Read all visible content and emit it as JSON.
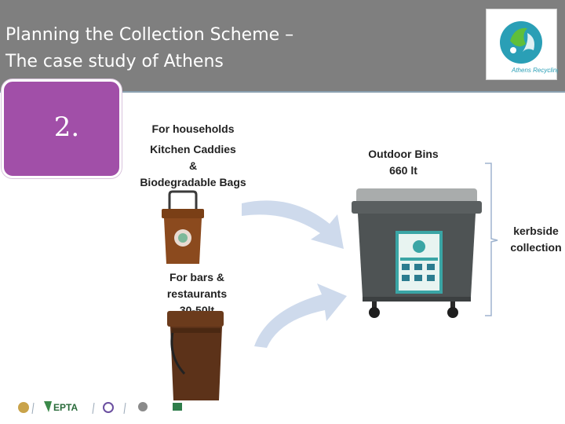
{
  "slide": {
    "title_line1": "Planning the Collection Scheme –",
    "title_line2": "The case study of Athens",
    "section_number": "2."
  },
  "logo": {
    "text": "Athens Recycling",
    "colors": {
      "teal": "#2a9fb6",
      "green": "#5fbf3a"
    }
  },
  "labels": {
    "households_heading": "For households",
    "households_item1": "Kitchen Caddies",
    "households_amp": "&",
    "households_item2": "Biodegradable Bags",
    "bars_line1": "For bars & restaurants",
    "bars_line2": "30-50lt",
    "outdoor_line1": "Outdoor Bins",
    "outdoor_line2": "660 lt",
    "kerbside_line1": "kerbside",
    "kerbside_line2": "collection"
  },
  "footer": {
    "logo_epta": "EPTA"
  },
  "colors": {
    "header_bg": "#7f7f7f",
    "badge_bg": "#a14fa8",
    "caddy_brown": "#8b4a1e",
    "bin_gray": "#4e5354",
    "arrow_blue": "#c9d6ea",
    "bracket_blue": "#9fb4cf"
  }
}
